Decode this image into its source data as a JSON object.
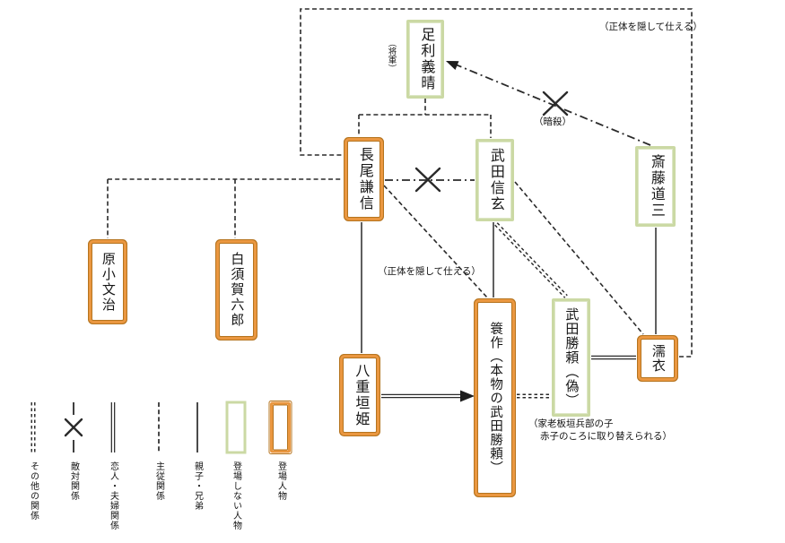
{
  "diagram_type": "character-relationship-chart",
  "colors": {
    "appearing_box_border": "#ea9740",
    "appearing_box_edge": "#b5741f",
    "non_appearing_box_border": "#cbd9a4",
    "line": "#2a2a2a",
    "background": "#ffffff"
  },
  "characters": {
    "ashikaga_yoshiharu": {
      "name": "足利義晴",
      "appears": false
    },
    "nagao_kenshin": {
      "name": "長尾謙信",
      "appears": true
    },
    "takeda_shingen": {
      "name": "武田信玄",
      "appears": false
    },
    "saito_dosan": {
      "name": "斎藤道三",
      "appears": false
    },
    "hara_kobunji": {
      "name": "原小文治",
      "appears": true
    },
    "shirasuga_rokuro": {
      "name": "白須賀六郎",
      "appears": true
    },
    "yaegaki_hime": {
      "name": "八重垣姫",
      "appears": true
    },
    "minosaku": {
      "name": "簑作（本物の武田勝頼）",
      "appears": true
    },
    "takeda_katsuyori_fake": {
      "name": "武田勝頼（偽）",
      "appears": false
    },
    "nureginu": {
      "name": "濡衣",
      "appears": true
    }
  },
  "annotations": {
    "shogun": "（将軍）",
    "serve_hidden_top": "（正体を隠して仕える）",
    "assassination": "（暗殺）",
    "serve_hidden_mid": "（正体を隠して仕える）",
    "changeling_line1": "（家老板垣兵部の子",
    "changeling_line2": "赤子のころに取り替えられる）"
  },
  "relationships": [
    {
      "from": "ashikaga_yoshiharu",
      "to": "nagao_kenshin",
      "type": "主従関係"
    },
    {
      "from": "ashikaga_yoshiharu",
      "to": "takeda_shingen",
      "type": "主従関係"
    },
    {
      "from": "nagao_kenshin",
      "to": "hara_kobunji",
      "type": "主従関係"
    },
    {
      "from": "nagao_kenshin",
      "to": "shirasuga_rokuro",
      "type": "主従関係"
    },
    {
      "from": "nagao_kenshin",
      "to": "takeda_shingen",
      "type": "敵対関係"
    },
    {
      "from": "saito_dosan",
      "to": "ashikaga_yoshiharu",
      "type": "敵対関係（暗殺）"
    },
    {
      "from": "nagao_kenshin",
      "to": "minosaku",
      "type": "主従関係（正体を隠して仕える）"
    },
    {
      "from": "nureginu",
      "to": "nagao_kenshin",
      "type": "主従関係（正体を隠して仕える）"
    },
    {
      "from": "takeda_shingen",
      "to": "nureginu",
      "type": "主従関係"
    },
    {
      "from": "nagao_kenshin",
      "to": "yaegaki_hime",
      "type": "親子・兄弟"
    },
    {
      "from": "takeda_shingen",
      "to": "minosaku",
      "type": "親子・兄弟"
    },
    {
      "from": "saito_dosan",
      "to": "nureginu",
      "type": "親子・兄弟"
    },
    {
      "from": "takeda_katsuyori_fake",
      "to": "nureginu",
      "type": "恋人・夫婦関係"
    },
    {
      "from": "yaegaki_hime",
      "to": "minosaku",
      "type": "恋人・夫婦関係（矢印）"
    },
    {
      "from": "takeda_shingen",
      "to": "takeda_katsuyori_fake",
      "type": "その他の関係"
    },
    {
      "from": "minosaku",
      "to": "takeda_katsuyori_fake",
      "type": "その他の関係"
    }
  ],
  "legend": {
    "items": [
      {
        "label": "その他の関係",
        "type": "other-relation"
      },
      {
        "label": "敵対関係",
        "type": "hostile-relation"
      },
      {
        "label": "恋人・夫婦関係",
        "type": "couple-relation"
      },
      {
        "label": "主従関係",
        "type": "master-servant-relation"
      },
      {
        "label": "親子・兄弟",
        "type": "parent-child-sibling"
      },
      {
        "label": "登場しない人物",
        "type": "non-appearing-character"
      },
      {
        "label": "登場人物",
        "type": "appearing-character"
      }
    ]
  }
}
